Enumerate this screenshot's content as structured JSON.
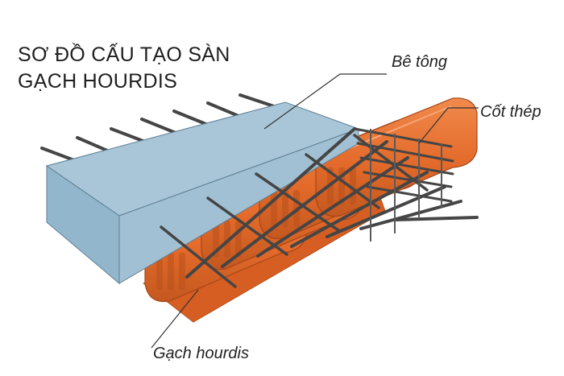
{
  "title": {
    "line1": "SƠ ĐỒ CẤU TẠO SÀN",
    "line2": "GẠCH HOURDIS"
  },
  "labels": {
    "concrete": "Bê tông",
    "steel": "Cốt thép",
    "block": "Gạch hourdis"
  },
  "colors": {
    "concrete_top": "#a8c6d8",
    "concrete_front": "#8fb4ca",
    "block": "#e36a2a",
    "block_dark": "#b8501c",
    "rebar": "#454545",
    "leader": "#333333"
  }
}
